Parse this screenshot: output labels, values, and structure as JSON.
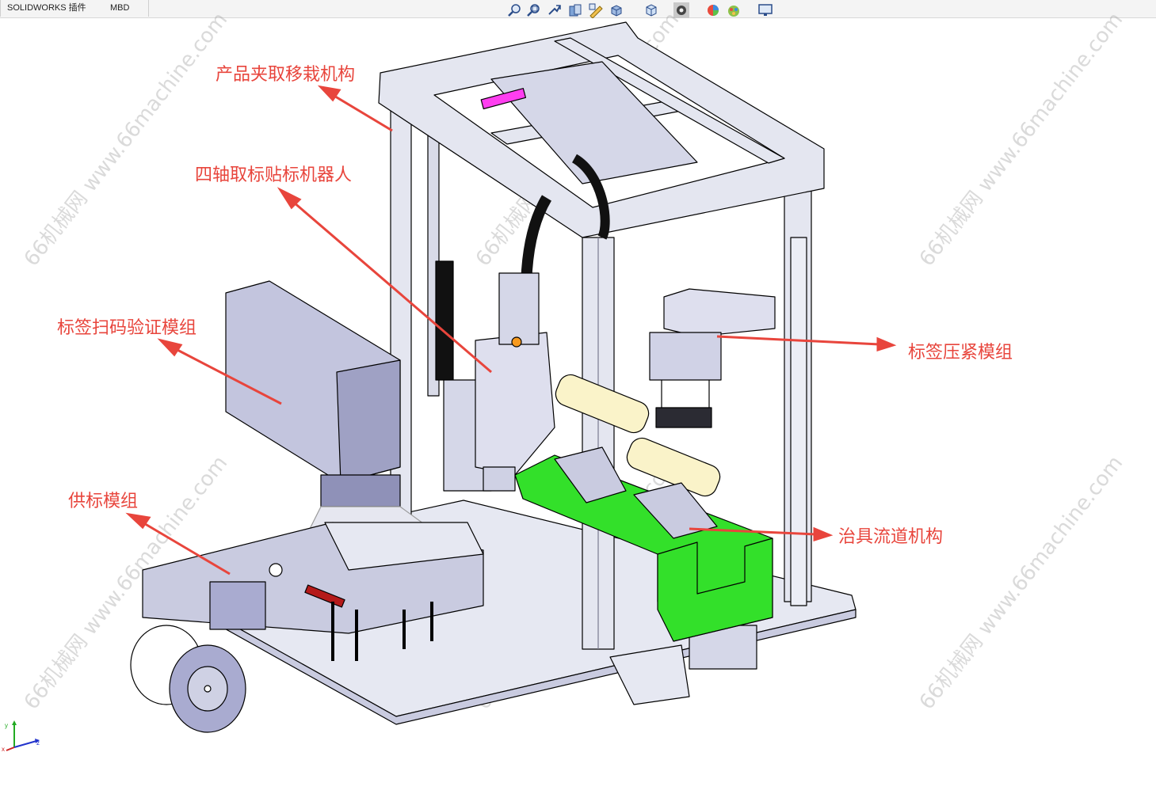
{
  "tabs": [
    {
      "label": "SOLIDWORKS 插件"
    },
    {
      "label": "MBD"
    }
  ],
  "toolbar_icons": [
    "zoom-to-fit-icon",
    "zoom-area-icon",
    "previous-view-icon",
    "section-view-icon",
    "view-orientation-icon",
    "display-style-icon",
    "hide-show-items-icon",
    "edit-appearance-icon",
    "apply-scene-icon",
    "view-settings-icon"
  ],
  "callouts": {
    "gripper_transfer": "产品夹取移栽机构",
    "robot": "四轴取标贴标机器人",
    "scan_verify": "标签扫码验证模组",
    "feeder": "供标模组",
    "press": "标签压紧模组",
    "fixture_track": "治具流道机构"
  },
  "watermark": {
    "text": "66机械网 www.66machine.com"
  },
  "colors": {
    "callout_text": "#e8453c",
    "fixture_green": "#33e02a",
    "frame": "#e4e6f0",
    "part": "#a9abd0",
    "edge": "#000000"
  },
  "axis_triad": {
    "x": "x",
    "y": "y",
    "z": "z"
  }
}
